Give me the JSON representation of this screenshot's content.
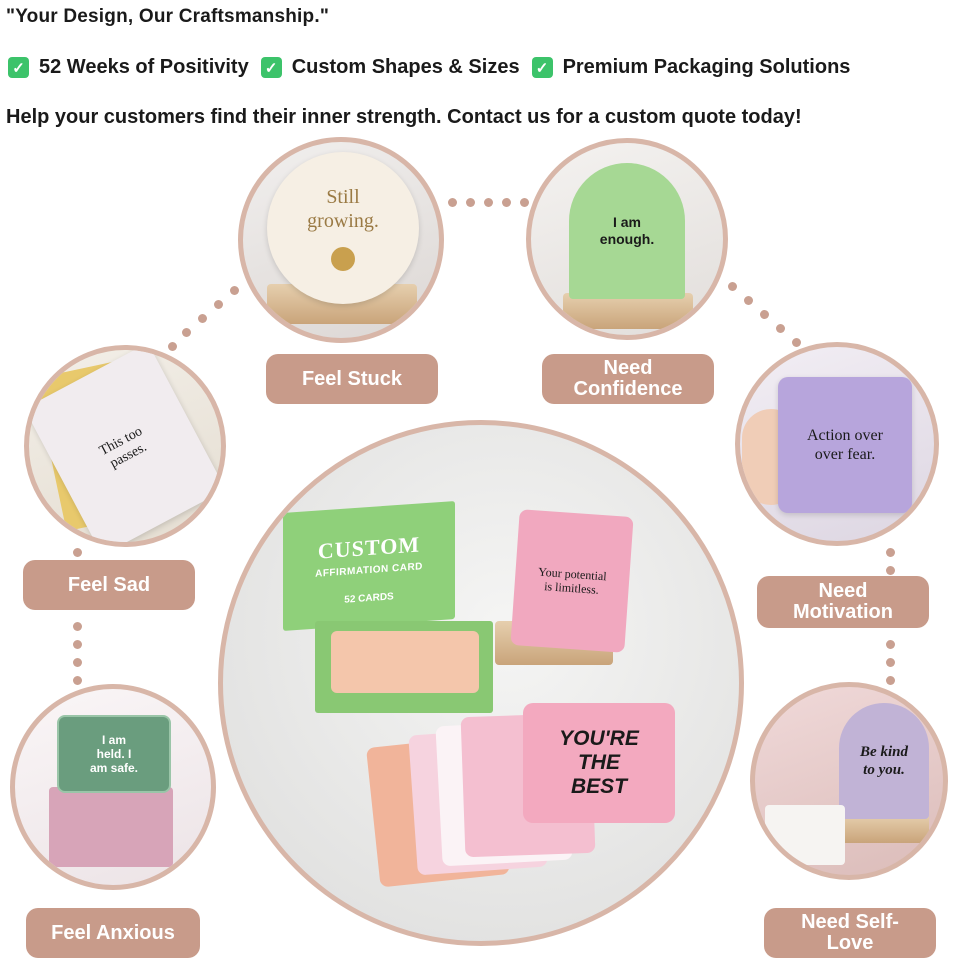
{
  "header": {
    "tagline": "\"Your Design, Our Craftsmanship.\"",
    "features": [
      "52 Weeks of Positivity",
      "Custom Shapes & Sizes",
      "Premium Packaging Solutions"
    ],
    "cta": "Help your customers find their inner strength. Contact us for a custom quote today!"
  },
  "labels": {
    "feel_stuck": "Feel Stuck",
    "need_confidence": "Need Confidence",
    "feel_sad": "Feel Sad",
    "need_motivation": "Need Motivation",
    "feel_anxious": "Feel Anxious",
    "need_self_love": "Need Self-Love"
  },
  "cards": {
    "still_growing": "Still growing.",
    "i_am_enough": "I am enough.",
    "this_too_passes": "This too passes.",
    "action_over_fear": "Action over over fear.",
    "i_am_held": "I am held. I am safe.",
    "be_kind": "Be kind to you.",
    "box_title": "CUSTOM",
    "box_subtitle": "AFFIRMATION CARD",
    "box_count": "52 CARDS",
    "your_potential": "Your potential is limitless.",
    "youre_the_best": "YOU'RE THE BEST"
  },
  "colors": {
    "check_green": "#3cc36a",
    "label_bg": "#c89b8a",
    "ring": "#d8b6a8",
    "dots": "#c9a091"
  },
  "icons": {
    "feature_check": "checkmark-icon"
  }
}
